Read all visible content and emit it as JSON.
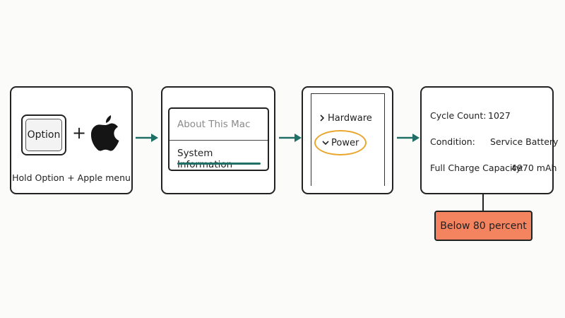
{
  "colors": {
    "accent": "#1f6f66",
    "highlight": "#e9a52c",
    "badge": "#f4845f"
  },
  "step1": {
    "key_label": "Option",
    "plus": "+",
    "icon": "apple-logo-icon",
    "caption": "Hold Option + Apple menu"
  },
  "step2": {
    "menu_item_1": "About This Mac",
    "menu_item_2": "System Information"
  },
  "step3": {
    "item_1": "Hardware",
    "item_2": "Power",
    "icon_1": "chevron-right-icon",
    "icon_2": "chevron-down-icon"
  },
  "step4": {
    "cycle_label": "Cycle Count:",
    "cycle_value": "1027",
    "condition_label": "Condition:",
    "condition_value": "Service Battery",
    "capacity_label": "Full Charge Capacity:",
    "capacity_value": "4970 mAh"
  },
  "badge": {
    "label": "Below 80 percent"
  }
}
